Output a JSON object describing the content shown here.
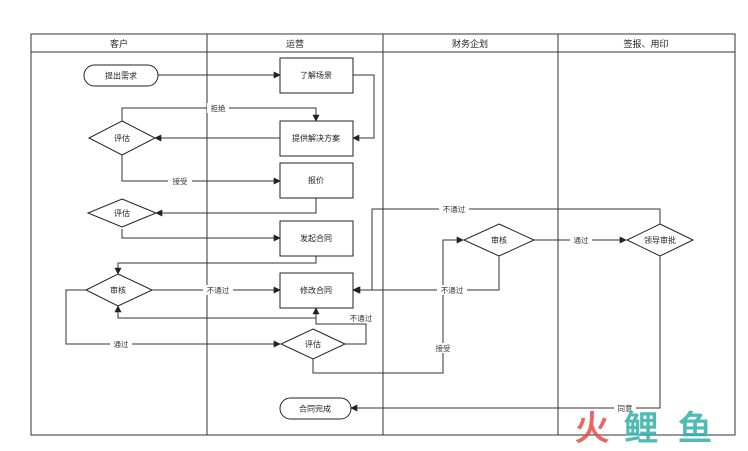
{
  "lanes": {
    "customer": "客户",
    "operations": "运营",
    "finance": "财务企划",
    "sign": "签报、用印"
  },
  "nodes": {
    "submit_request": "提出需求",
    "understand_scene": "了解场景",
    "provide_solution": "提供解决方案",
    "quote": "报价",
    "initiate_contract": "发起合同",
    "modify_contract": "修改合同",
    "evaluate_1": "评估",
    "evaluate_2": "评估",
    "review_customer": "审核",
    "evaluate_ops": "评估",
    "review_finance": "审核",
    "leader_approval": "领导审批",
    "contract_done": "合同完成"
  },
  "edges": {
    "reject": "拒绝",
    "accept_1": "接受",
    "not_pass_review": "不通过",
    "not_pass_eval": "不通过",
    "pass_customer": "通过",
    "accept_2": "接受",
    "not_pass_finance": "不通过",
    "pass_finance": "通过",
    "not_pass_leader": "不通过",
    "agree": "同意"
  },
  "watermark": {
    "char1": "火",
    "char2": "鲤",
    "char3": "鱼"
  }
}
